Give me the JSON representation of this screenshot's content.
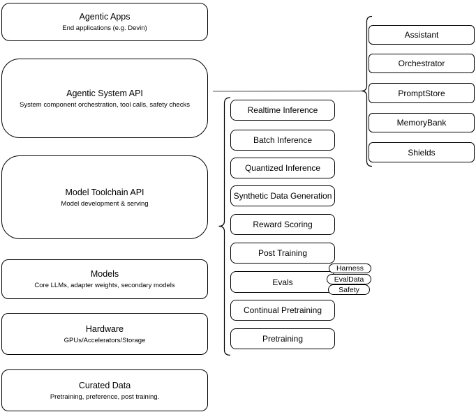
{
  "diagram": {
    "title_note": "Agentic LLM system stack diagram",
    "left_stack": [
      {
        "title": "Agentic Apps",
        "subtitle": "End applications (e.g. Devin)"
      },
      {
        "title": "Agentic System API",
        "subtitle": "System component orchestration, tool calls, safety checks"
      },
      {
        "title": "Model Toolchain API",
        "subtitle": "Model development & serving"
      },
      {
        "title": "Models",
        "subtitle": "Core LLMs, adapter weights, secondary models"
      },
      {
        "title": "Hardware",
        "subtitle": "GPUs/Accelerators/Storage"
      },
      {
        "title": "Curated Data",
        "subtitle": "Pretraining, preference, post training."
      }
    ],
    "toolchain_items": [
      "Realtime Inference",
      "Batch Inference",
      "Quantized Inference",
      "Synthetic Data Generation",
      "Reward Scoring",
      "Post Training",
      "Evals",
      "Continual Pretraining",
      "Pretraining"
    ],
    "evals_tags": [
      "Harness",
      "EvalData",
      "Safety"
    ],
    "system_components": [
      "Assistant",
      "Orchestrator",
      "PromptStore",
      "MemoryBank",
      "Shields"
    ],
    "colors": {
      "stroke": "#000000",
      "background": "#ffffff",
      "connector": "#595959"
    }
  }
}
